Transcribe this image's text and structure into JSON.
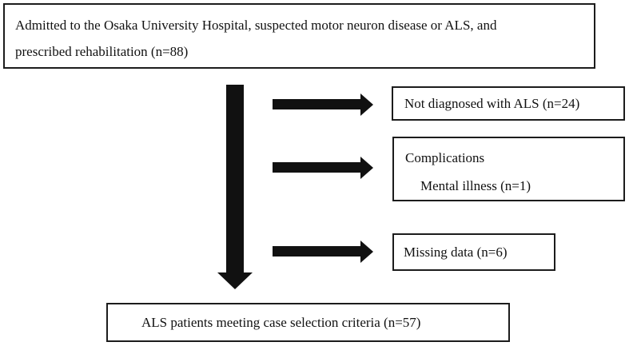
{
  "figure": {
    "type": "flowchart",
    "colors": {
      "background": "#ffffff",
      "ink": "#111111",
      "border": "#1c1c1c"
    },
    "top_box": {
      "lines": [
        "Admitted to the Osaka University Hospital, suspected motor neuron disease or ALS, and",
        "prescribed rehabilitation (n=88)"
      ]
    },
    "exclusions": [
      {
        "id": "not-diagnosed",
        "lines": [
          "Not diagnosed with ALS (n=24)"
        ]
      },
      {
        "id": "complications",
        "lines": [
          "Complications",
          "Mental illness (n=1)"
        ]
      },
      {
        "id": "missing-data",
        "lines": [
          "Missing data (n=6)"
        ]
      }
    ],
    "result_box": {
      "text": "ALS patients meeting case selection criteria (n=57)"
    }
  }
}
